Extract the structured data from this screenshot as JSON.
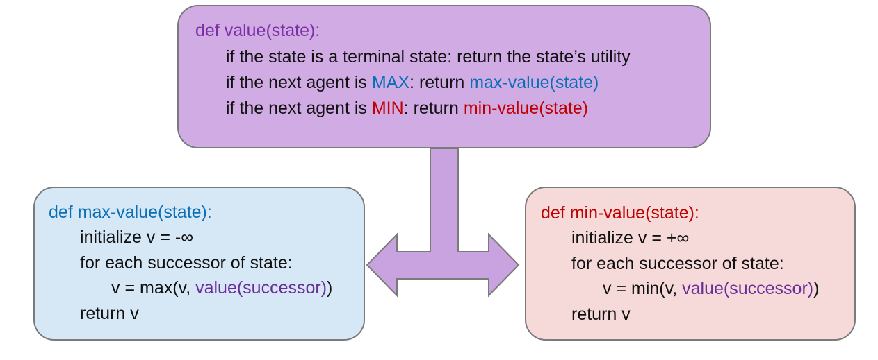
{
  "value_fn": {
    "header": "def value(state):",
    "line1": "if the state is a terminal state: return the state’s utility",
    "line2_pre": "if the next agent is ",
    "line2_agent": "MAX",
    "line2_mid": ": return ",
    "line2_call": "max-value(state)",
    "line3_pre": "if the next agent is ",
    "line3_agent": "MIN",
    "line3_mid": ": return ",
    "line3_call": "min-value(state)"
  },
  "max_fn": {
    "header": "def max-value(state):",
    "init": "initialize v = -∞",
    "loop": "for each successor of state:",
    "assign_pre": "v = max(v, ",
    "assign_call": "value(successor)",
    "assign_post": ")",
    "ret": "return v"
  },
  "min_fn": {
    "header": "def min-value(state):",
    "init": "initialize v = +∞",
    "loop": "for each successor of state:",
    "assign_pre": "v = min(v, ",
    "assign_call": "value(successor)",
    "assign_post": ")",
    "ret": "return v"
  },
  "colors": {
    "value_box": "#d0abe4",
    "max_box": "#d6e8f6",
    "min_box": "#f6dada",
    "arrow": "#c9a2e0",
    "max_accent": "#0b6fb5",
    "min_accent": "#c00000",
    "value_accent": "#7b2fa7"
  }
}
